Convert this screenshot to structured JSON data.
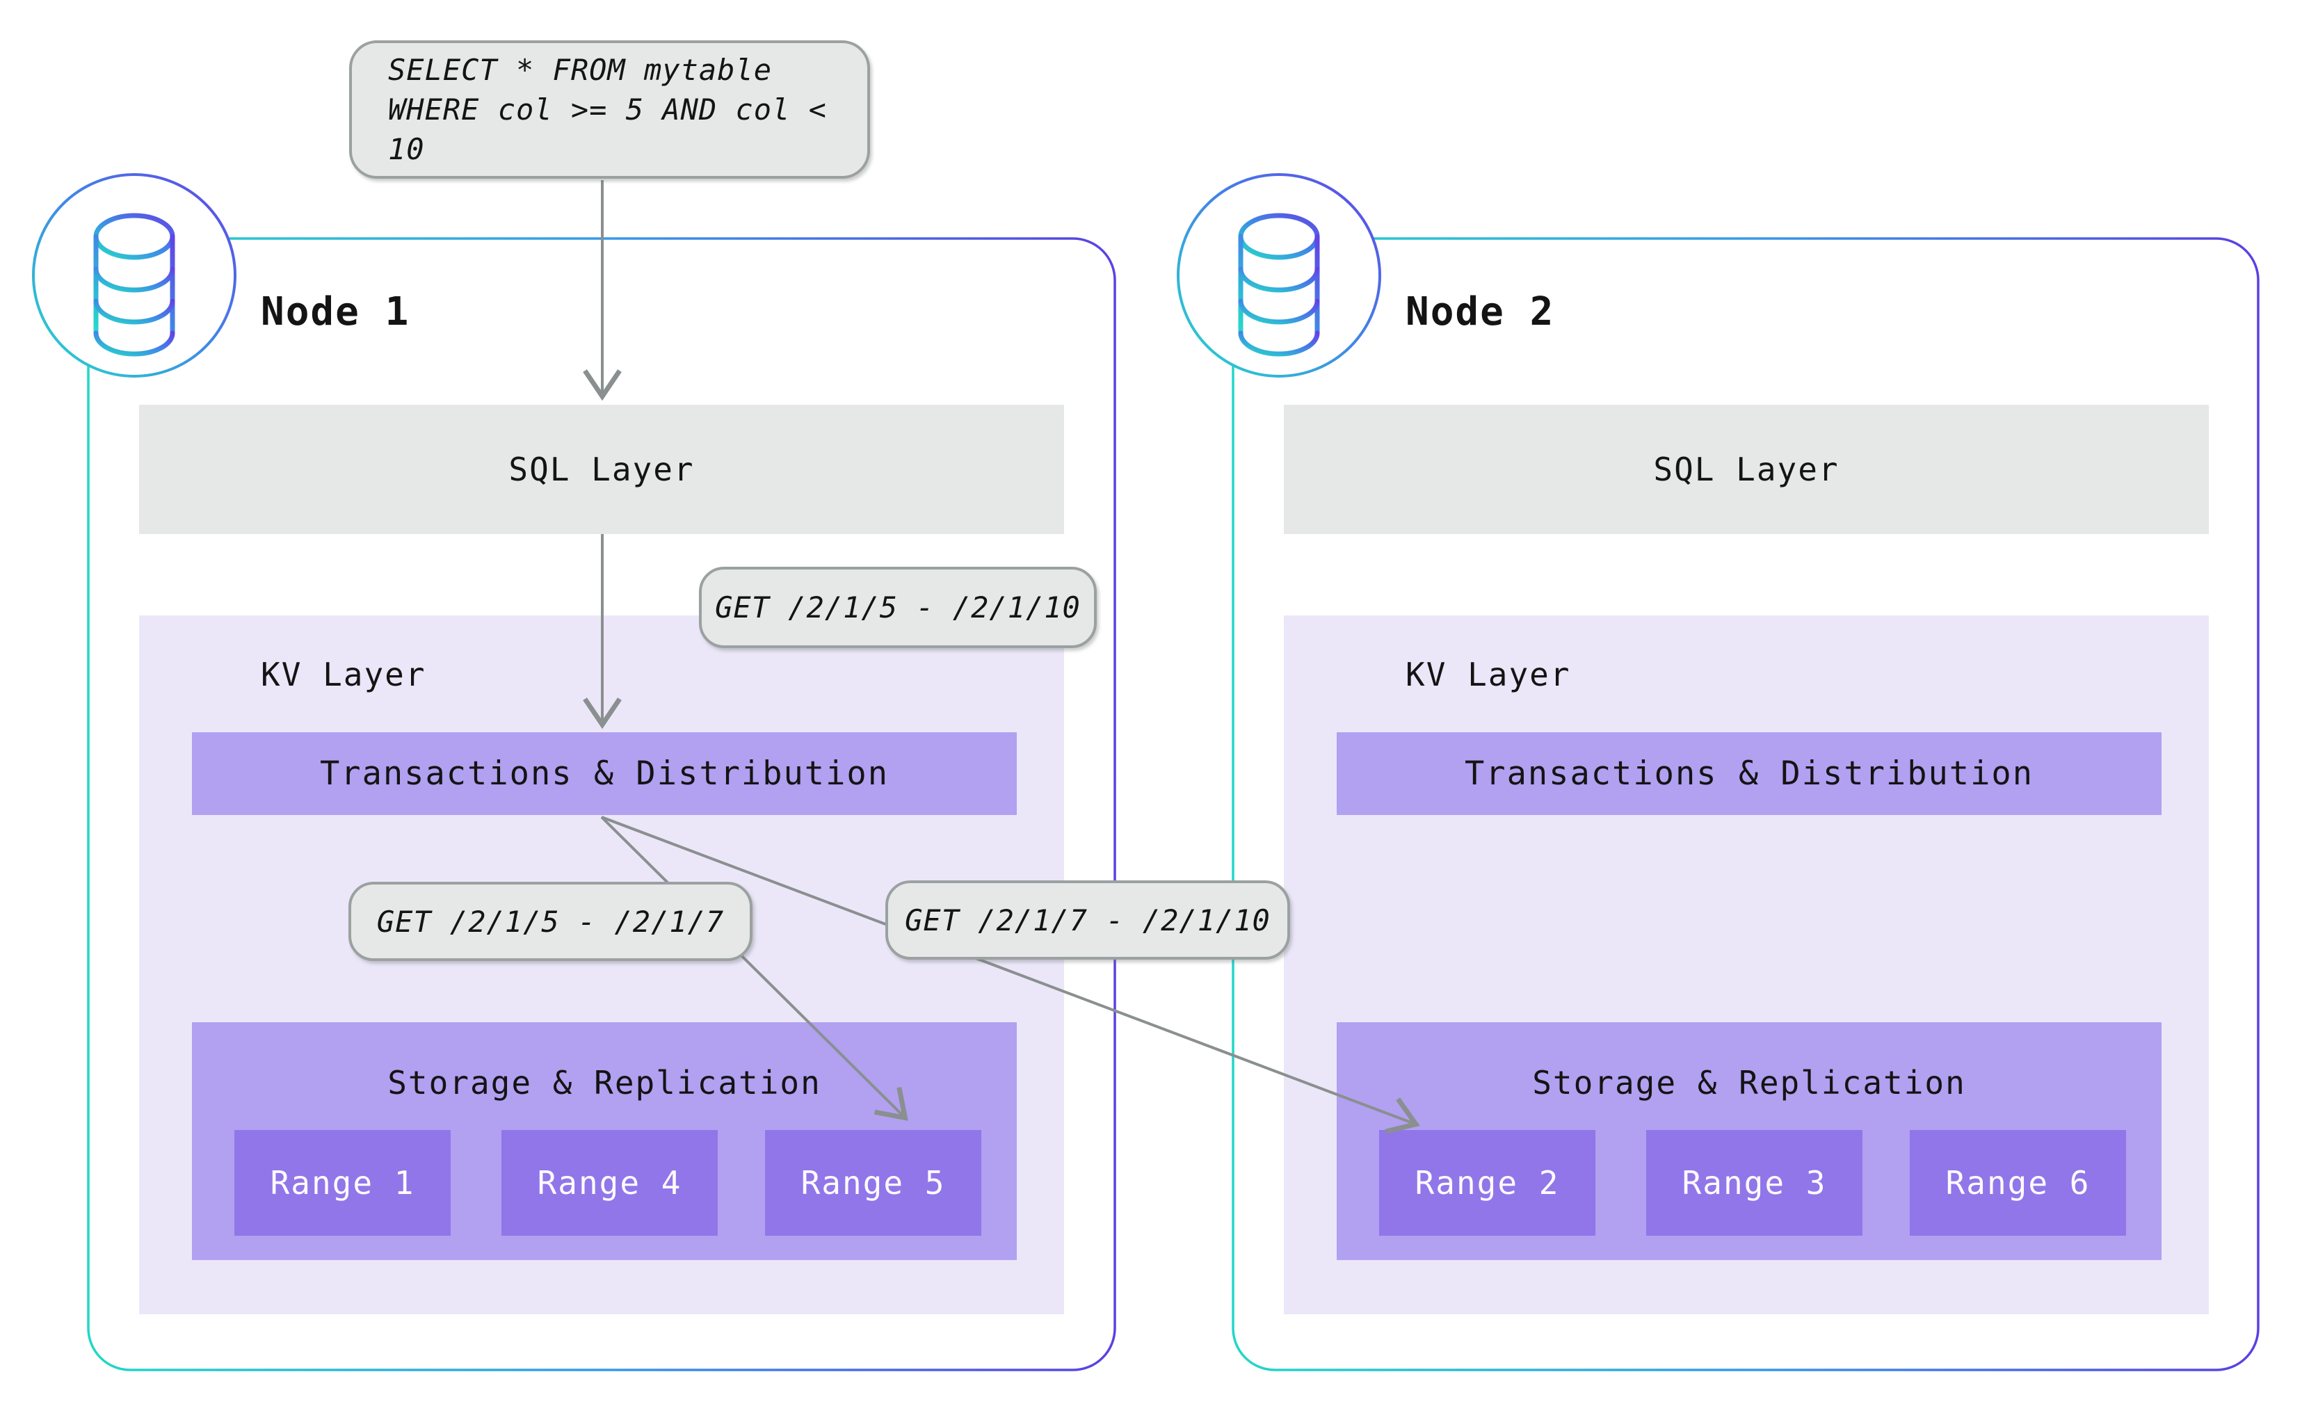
{
  "query_box": {
    "line1": "SELECT * FROM mytable",
    "line2": "WHERE col >= 5 AND col < 10"
  },
  "pills": {
    "top": "GET /2/1/5 - /2/1/10",
    "left": "GET /2/1/5 - /2/1/7",
    "right": "GET /2/1/7 - /2/1/10"
  },
  "nodes": [
    {
      "title": "Node 1",
      "sql_layer": "SQL Layer",
      "kv_layer": "KV Layer",
      "transactions": "Transactions & Distribution",
      "storage": "Storage & Replication",
      "ranges": [
        "Range 1",
        "Range 4",
        "Range 5"
      ]
    },
    {
      "title": "Node 2",
      "sql_layer": "SQL Layer",
      "kv_layer": "KV Layer",
      "transactions": "Transactions & Distribution",
      "storage": "Storage & Replication",
      "ranges": [
        "Range 2",
        "Range 3",
        "Range 6"
      ]
    }
  ],
  "icons": [
    {
      "name": "database-icon",
      "node": "Node 1"
    },
    {
      "name": "database-icon",
      "node": "Node 2"
    }
  ],
  "colors": {
    "node_border_start": "#22d7c7",
    "node_border_mid": "#359ae8",
    "node_border_end": "#5a41e2",
    "layer_gray": "#e5e8e7",
    "pill_gray": "#e6e8e7",
    "pill_border": "#9ba1a1",
    "kv_background": "#ebe7f9",
    "purple_bar": "#b2a0f1",
    "range_purple": "#9176e9",
    "range_text": "#fdfbfe",
    "arrow_gray": "#8a8f8f",
    "text": "#141414"
  }
}
